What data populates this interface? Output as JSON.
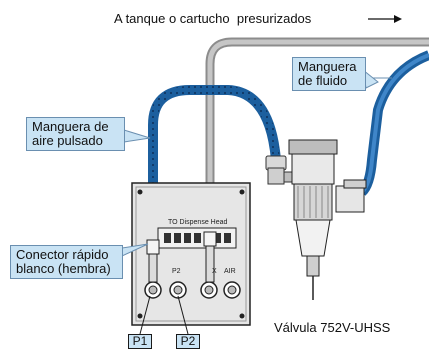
{
  "labels": {
    "pressurized_tank": "A tanque o cartucho  presurizados",
    "fluid_hose": [
      "Manguera",
      "de fluido"
    ],
    "pulsed_air_hose": [
      "Manguera de",
      "aire pulsado"
    ],
    "quick_connector": [
      "Conector rápido",
      "blanco (hembra)"
    ],
    "valve": "Válvula 752V-UHSS",
    "port_p1": "P1",
    "port_p2": "P2"
  },
  "panel": {
    "title": "TO Dispense Head",
    "port_labels": [
      "P2",
      "X",
      "AIR"
    ]
  },
  "colors": {
    "callout_fill": "#c9e3f4",
    "callout_border": "#6a8fb0",
    "blue_hose": "#1c5f9e",
    "gray_hose": "#a9a9a9"
  }
}
